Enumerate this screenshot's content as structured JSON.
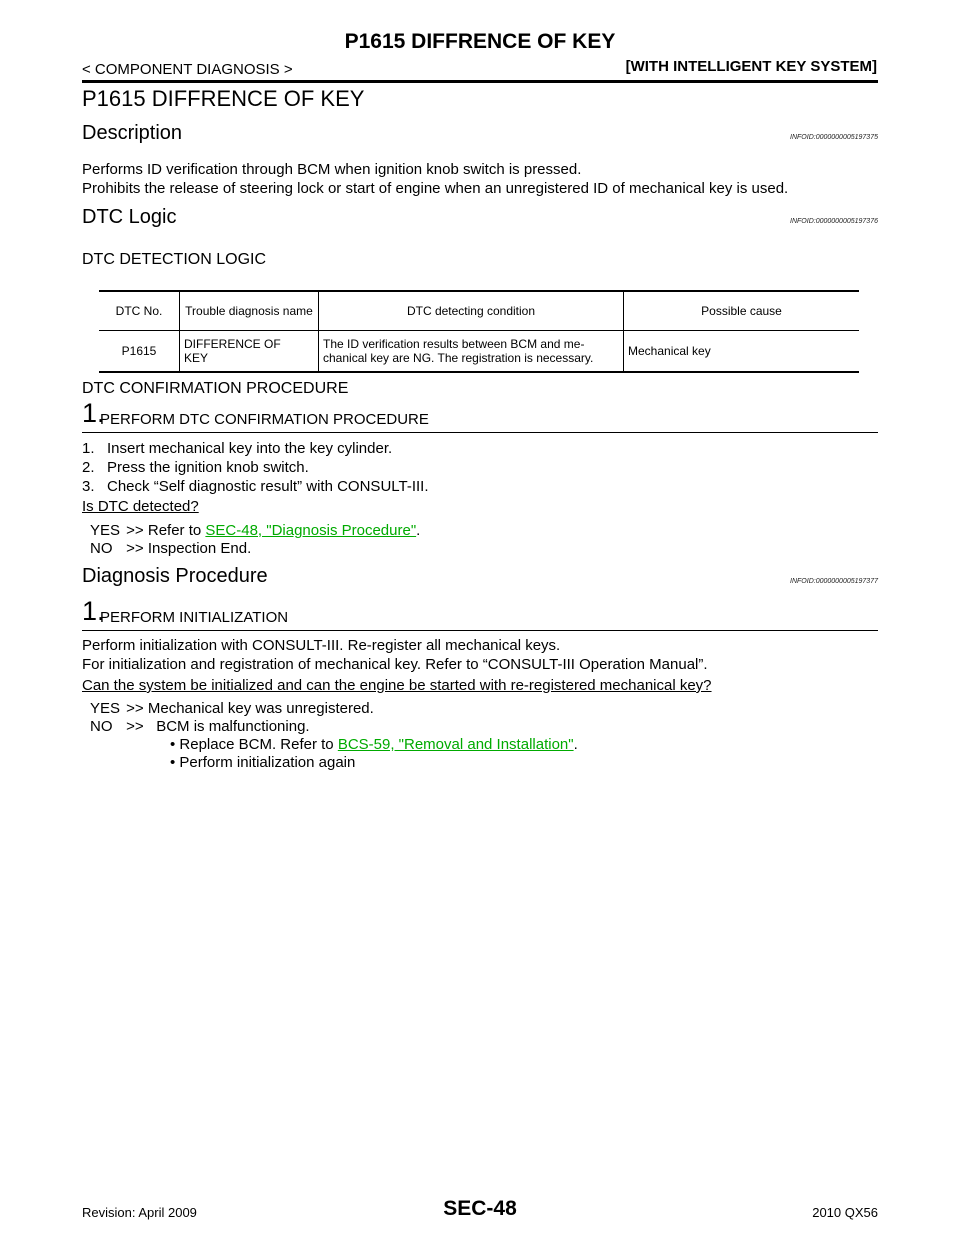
{
  "header": {
    "title": "P1615 DIFFRENCE OF KEY",
    "left": "< COMPONENT DIAGNOSIS >",
    "right": "[WITH INTELLIGENT KEY SYSTEM]"
  },
  "main_title": "P1615 DIFFRENCE OF KEY",
  "description": {
    "heading": "Description",
    "infoid": "INFOID:0000000005197375",
    "lines": [
      "Performs ID verification through BCM when ignition knob switch is pressed.",
      "Prohibits the release of steering lock or start of engine when an unregistered ID of mechanical key is used."
    ]
  },
  "dtc_logic": {
    "heading": "DTC Logic",
    "infoid": "INFOID:0000000005197376",
    "detection_heading": "DTC DETECTION LOGIC",
    "table": {
      "headers": [
        "DTC No.",
        "Trouble diagnosis name",
        "DTC detecting condition",
        "Possible cause"
      ],
      "row": {
        "dtc_no": "P1615",
        "name_line1": "DIFFERENCE OF",
        "name_line2": "KEY",
        "condition_line1": "The ID verification results between BCM and me-",
        "condition_line2": "chanical key are NG. The registration is necessary.",
        "cause": "Mechanical key"
      }
    },
    "confirmation_heading": "DTC CONFIRMATION PROCEDURE",
    "step": {
      "number": "1.",
      "title": "PERFORM DTC CONFIRMATION PROCEDURE",
      "items": [
        "1.   Insert mechanical key into the key cylinder.",
        "2.   Press the ignition knob switch.",
        "3.   Check “Self diagnostic result” with CONSULT-III."
      ],
      "question": "Is DTC detected?",
      "yes_key": "YES",
      "yes_prefix": ">> Refer to ",
      "yes_link": "SEC-48, \"Diagnosis Procedure\"",
      "yes_suffix": ".",
      "no_key": "NO",
      "no_text": ">> Inspection End."
    }
  },
  "diagnosis": {
    "heading": "Diagnosis Procedure",
    "infoid": "INFOID:0000000005197377",
    "step": {
      "number": "1.",
      "title": "PERFORM INITIALIZATION",
      "lines": [
        "Perform initialization with CONSULT-III. Re-register all mechanical keys.",
        "For initialization and registration of mechanical key. Refer to “CONSULT-III Operation Manual”."
      ],
      "question": "Can the system be initialized and can the engine be started with re-registered mechanical key?",
      "yes_key": "YES",
      "yes_text": ">> Mechanical key was unregistered.",
      "no_key": "NO",
      "no_text": ">>   BCM is malfunctioning.",
      "bullet1_prefix": "• Replace BCM. Refer to ",
      "bullet1_link": "BCS-59, \"Removal and Installation\"",
      "bullet1_suffix": ".",
      "bullet2": "• Perform initialization again"
    }
  },
  "footer": {
    "revision": "Revision: April 2009",
    "page": "SEC-48",
    "model": "2010 QX56"
  }
}
